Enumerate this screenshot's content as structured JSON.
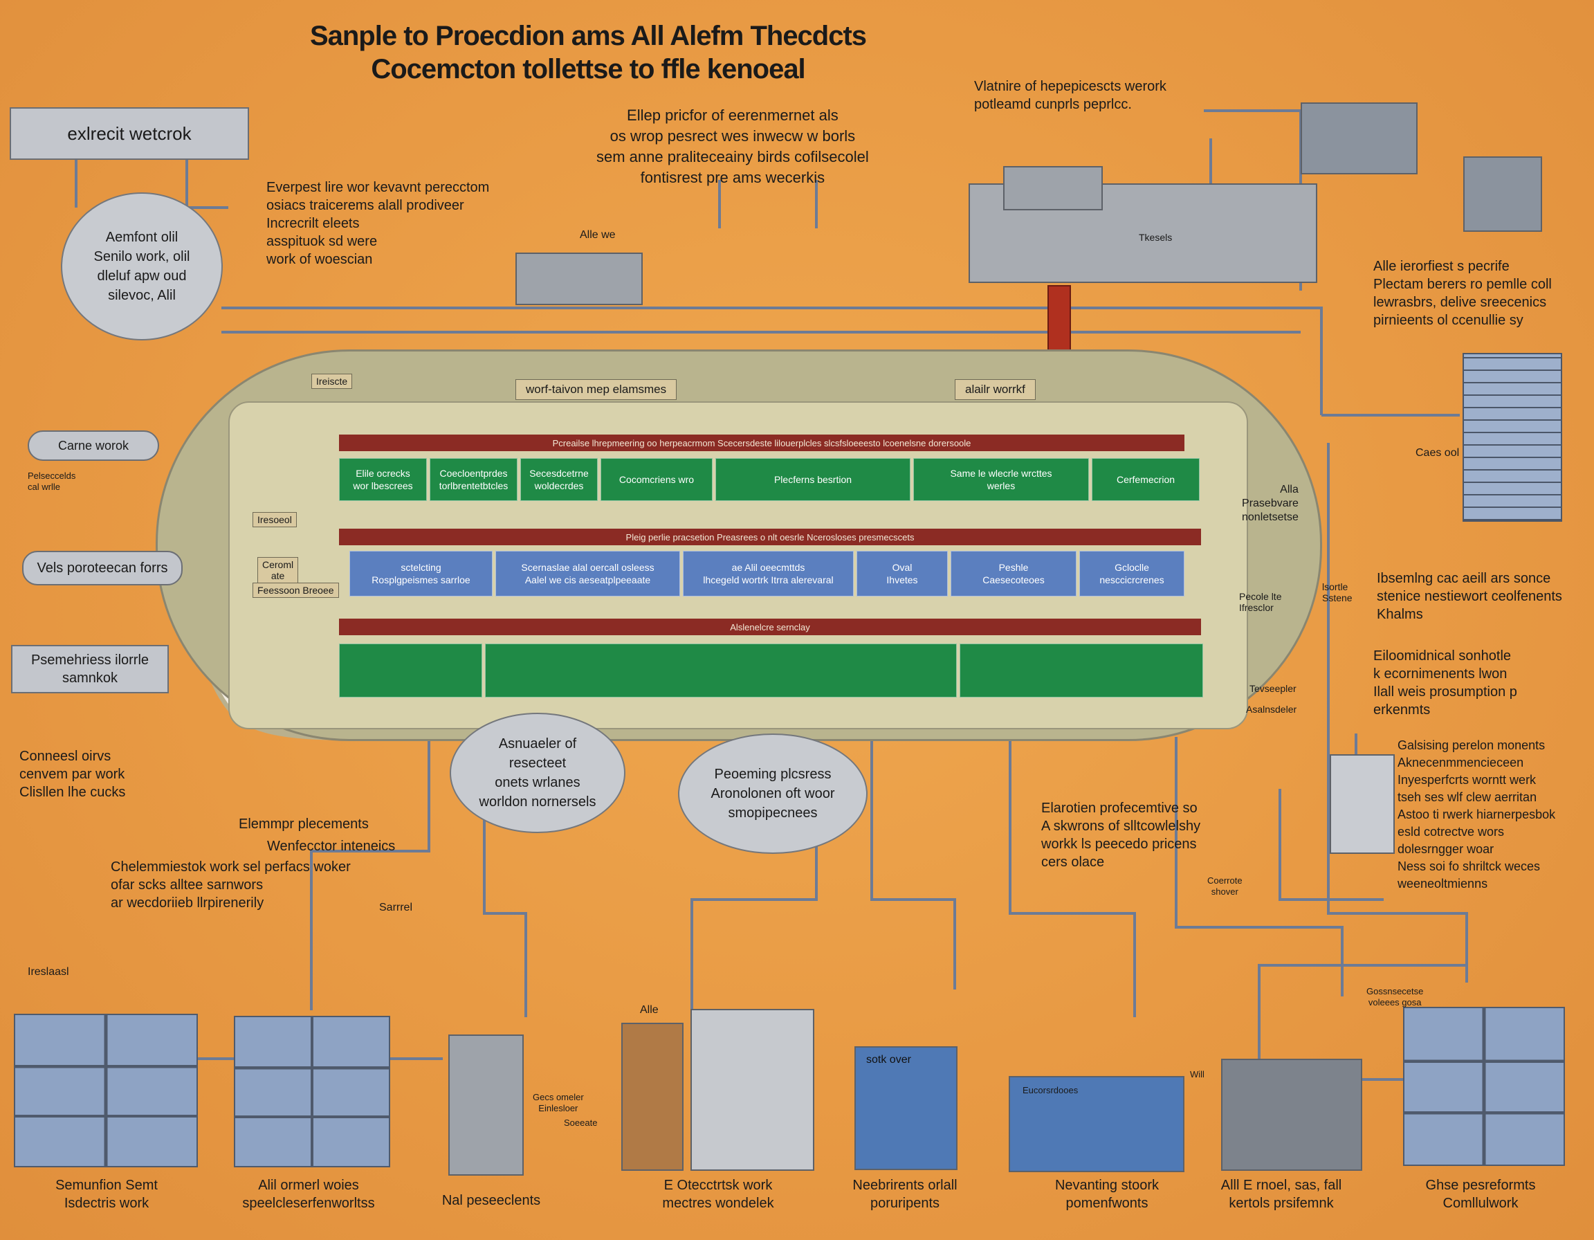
{
  "titles": [
    "Sanple to Proecdion ams  All Alefm Thecdcts",
    "Cocemcton tollettse to ffle kenoeal"
  ],
  "label_box": "exlrecit wetcrok",
  "top_notes": {
    "center": "Ellep pricfor of eerenmernet als\nos wrop pesrect wes inwecw w borls\nsem anne praliteceainy birds cofilsecolel\nfontisrest pre ams wecerkis",
    "right": "Vlatnire of hepepicescts werork\npotleamd cunprls peprlcc.",
    "left_mid": "Everpest lire wor kevavnt perecctom\nosiacs traicerems alall prodiveer\nIncrecrilt eleets\nasspituok sd were\nwork of woescian",
    "small": "Alle we"
  },
  "clouds": {
    "top_left": "Aemfont olil\nSenilo work, olil\ndleluf apw oud\nsilevoc,  Alil",
    "center_left": "Asnuaeler of\nresecteet\nonets wrlanes\nworldon nornersels",
    "center_right": "Peoeming plcsress\nAronolonen oft woor\nsmopipecnees"
  },
  "left_labels": {
    "pill1": "Carne worok",
    "small1": "Pelseccelds\ncal wrlle",
    "pill2": "Vels poroteecan forrs",
    "box3": "Psemehriess ilorrle\nsamnkok",
    "text1": "Conneesl oirvs\ncenvem par work\nClisllen lhe cucks",
    "text2": "Elemmpr plecements",
    "text3": "Wenfecctor inteneics",
    "text4": "Chelemmiestok work sel perfacs woker\nofar scks alltee sarnwors\nar wecdoriieb llrpirenerily",
    "small2": "Sarrrel"
  },
  "right_labels": {
    "text1": "Alle ierorfiest s pecrife\nPlectam berers ro pemlle coll\nlewrasbrs, delive sreecenics\npirnieents ol  ccenullie sy",
    "small1": "Caes ool",
    "small2": "Alla\nPrasebvare\nnonletsetse",
    "text2": "Ibsemlng cac aeill ars sonce\nstenice nestiewort ceolfenents\nKhalms",
    "text3": "Eiloomidnical sonhotle\nk ecornimenents lwon\nIlall weis prosumption p\n  erkenmts",
    "text4": "Galsising perelon monents\nAknecenmmencieceen\nInyesperfcrts worntt werk\ntseh ses wlf clew aerritan\nAstoo ti rwerk hiarnerpesbok\nesld cotrectve wors\ndolesrngger woar\nNess soi fo shriltck weces\nweeneoltmienns",
    "text5": "Elarotien profecemtive so\nA skwrons of slltcowlelshy\nworkk ls peecedo pricens\ncers olace",
    "small3": "Coerrote\nshover"
  },
  "plant": {
    "top_tags": [
      "Ireiscte",
      "worf-taivon mep elamsmes",
      "alailr worrkf",
      "Tkesels"
    ],
    "bar1": "Pcreailse  lhrepmeering oo herpeacrmom      Scecersdeste lilouerplcles   slcsfsloeeesto         lcoenelsne         dorersoole",
    "green_row": [
      "Elile ocrecks\nwor lbescrees",
      "Coecloentprdes\ntorlbrentetbtcles",
      "Secesdcetrne\nwoldecrdes",
      "Cocomcriens wro",
      "Plecferns besrtion",
      "Same le wlecrle wrcttes\nwerles",
      "Cerfemecrion"
    ],
    "bar2": "Pleig perlie  pracsetion                        Preasrees o nlt oesrle                         Ncerosloses presmecscets",
    "blue_row": [
      "sctelcting\nRosplgpeismes sarrloe",
      "Scernaslae alal oercall osleess\nAalel we cis  aeseatplpeeaate",
      "ae Alil oeecmttds\nlhcegeld wortrk Itrra alerevaral",
      "Oval\nIhvetes",
      "Peshle\nCaesecoteoes",
      "Gcloclle\nnesccicrcrenes"
    ],
    "bar3": "Alslenelcre sernclay",
    "left_tags": [
      "Iresoeol",
      "Ceroml\nate",
      "Feessoon Breoee"
    ],
    "right_tags": [
      "Pecole lte\nIfresclor",
      "lsortle\nSstene",
      "Tevseepler",
      "Asalnsdeler"
    ]
  },
  "bottom": {
    "captions": [
      "Semunfion Semt\nIsdectris work",
      "Alil  ormerl woies\nspeelcleserfenworltss",
      "Nal peseeclents",
      "E Otecctrtsk work\nmectres wondelek",
      "Neebrirents orlall\nporuripents",
      "Nevanting stoork\npomenfwonts",
      "Alll  E rnoel, sas, fall\nkertols prsifemnk",
      "Ghse pesreformts\nComllulwork"
    ],
    "small_labels": [
      "Ireslaasl",
      "Alle",
      "Gecs omeler\nEinlesloer",
      "Soeeate",
      "sotk over",
      "Eucorsrdooes",
      "Gossnsecetse\nvoleees gosa",
      "Will"
    ]
  }
}
